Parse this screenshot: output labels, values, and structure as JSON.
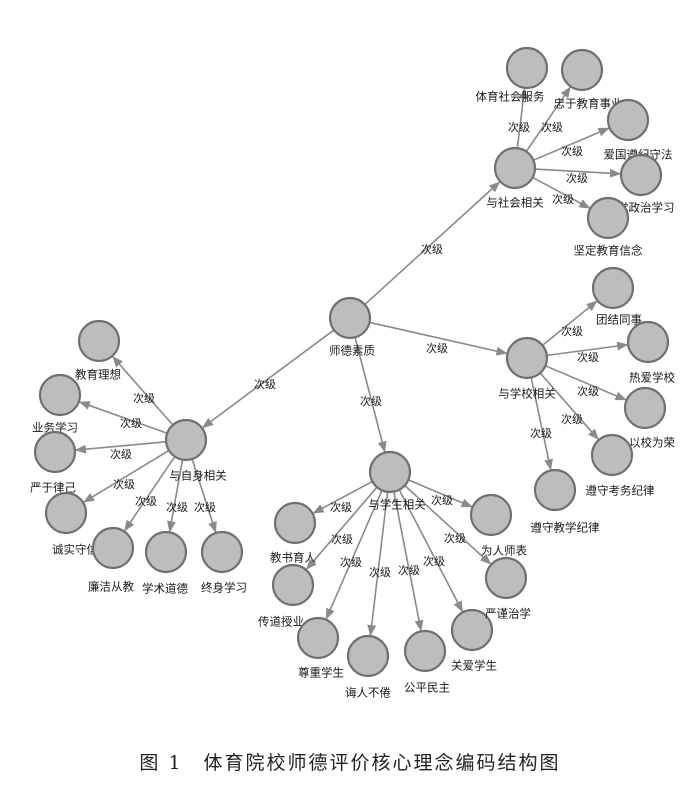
{
  "figure": {
    "caption": "图 1　体育院校师德评价核心理念编码结构图",
    "edge_label": "次级"
  },
  "nodes": [
    {
      "id": "center",
      "label": "师德素质"
    },
    {
      "id": "society",
      "label": "与社会相关"
    },
    {
      "id": "school",
      "label": "与学校相关"
    },
    {
      "id": "self",
      "label": "与自身相关"
    },
    {
      "id": "student",
      "label": "与学生相关"
    },
    {
      "id": "s1",
      "label": "体育社会服务"
    },
    {
      "id": "s2",
      "label": "忠于教育事业"
    },
    {
      "id": "s3",
      "label": "爱国遵纪守法"
    },
    {
      "id": "s4",
      "label": "自觉政治学习"
    },
    {
      "id": "s5",
      "label": "坚定教育信念"
    },
    {
      "id": "c1",
      "label": "团结同事"
    },
    {
      "id": "c2",
      "label": "热爱学校"
    },
    {
      "id": "c3",
      "label": "以校为荣"
    },
    {
      "id": "c4",
      "label": "遵守考务纪律"
    },
    {
      "id": "c5",
      "label": "遵守教学纪律"
    },
    {
      "id": "m1",
      "label": "教育理想"
    },
    {
      "id": "m2",
      "label": "业务学习"
    },
    {
      "id": "m3",
      "label": "严于律己"
    },
    {
      "id": "m4",
      "label": "诚实守信"
    },
    {
      "id": "m5",
      "label": "廉洁从教"
    },
    {
      "id": "m6",
      "label": "学术道德"
    },
    {
      "id": "m7",
      "label": "终身学习"
    },
    {
      "id": "t1",
      "label": "教书育人"
    },
    {
      "id": "t2",
      "label": "传道授业"
    },
    {
      "id": "t3",
      "label": "尊重学生"
    },
    {
      "id": "t4",
      "label": "诲人不倦"
    },
    {
      "id": "t5",
      "label": "公平民主"
    },
    {
      "id": "t6",
      "label": "关爱学生"
    },
    {
      "id": "t7",
      "label": "严谨治学"
    },
    {
      "id": "t8",
      "label": "为人师表"
    }
  ],
  "edges": [
    {
      "from": "center",
      "to": "society",
      "label": "次级"
    },
    {
      "from": "center",
      "to": "school",
      "label": "次级"
    },
    {
      "from": "center",
      "to": "self",
      "label": "次级"
    },
    {
      "from": "center",
      "to": "student",
      "label": "次级"
    },
    {
      "from": "society",
      "to": "s1",
      "label": "次级"
    },
    {
      "from": "society",
      "to": "s2",
      "label": "次级"
    },
    {
      "from": "society",
      "to": "s3",
      "label": "次级"
    },
    {
      "from": "society",
      "to": "s4",
      "label": "次级"
    },
    {
      "from": "society",
      "to": "s5",
      "label": "次级"
    },
    {
      "from": "school",
      "to": "c1",
      "label": "次级"
    },
    {
      "from": "school",
      "to": "c2",
      "label": "次级"
    },
    {
      "from": "school",
      "to": "c3",
      "label": "次级"
    },
    {
      "from": "school",
      "to": "c4",
      "label": "次级"
    },
    {
      "from": "school",
      "to": "c5",
      "label": "次级"
    },
    {
      "from": "self",
      "to": "m1",
      "label": "次级"
    },
    {
      "from": "self",
      "to": "m2",
      "label": "次级"
    },
    {
      "from": "self",
      "to": "m3",
      "label": "次级"
    },
    {
      "from": "self",
      "to": "m4",
      "label": "次级"
    },
    {
      "from": "self",
      "to": "m5",
      "label": "次级"
    },
    {
      "from": "self",
      "to": "m6",
      "label": "次级"
    },
    {
      "from": "self",
      "to": "m7",
      "label": "次级"
    },
    {
      "from": "student",
      "to": "t1",
      "label": "次级"
    },
    {
      "from": "student",
      "to": "t2",
      "label": "次级"
    },
    {
      "from": "student",
      "to": "t3",
      "label": "次级"
    },
    {
      "from": "student",
      "to": "t4",
      "label": "次级"
    },
    {
      "from": "student",
      "to": "t5",
      "label": "次级"
    },
    {
      "from": "student",
      "to": "t6",
      "label": "次级"
    },
    {
      "from": "student",
      "to": "t7",
      "label": "次级"
    },
    {
      "from": "student",
      "to": "t8",
      "label": "次级"
    }
  ]
}
